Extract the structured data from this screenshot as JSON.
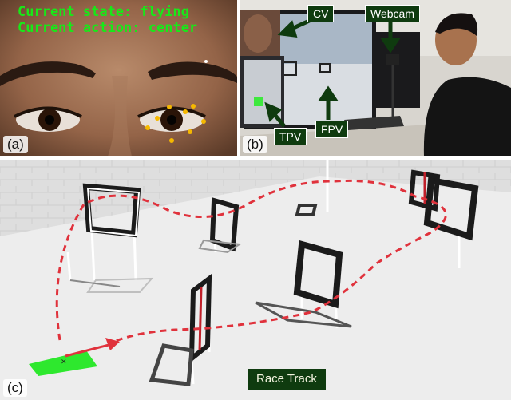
{
  "panel_a": {
    "label": "(a)",
    "state_text": "Current state: flying",
    "action_text": "Current action: center",
    "overlay_color": "#18e818",
    "landmark_color": "#f5b800"
  },
  "panel_b": {
    "label": "(b)",
    "callouts": {
      "cv": "CV",
      "webcam": "Webcam",
      "tpv": "TPV",
      "fpv": "FPV"
    },
    "callout_color": "#0f3b0f"
  },
  "panel_c": {
    "label": "(c)",
    "title_badge": "Race Track",
    "path_color": "#e0323c",
    "start_pad_color": "#2ee82e"
  }
}
